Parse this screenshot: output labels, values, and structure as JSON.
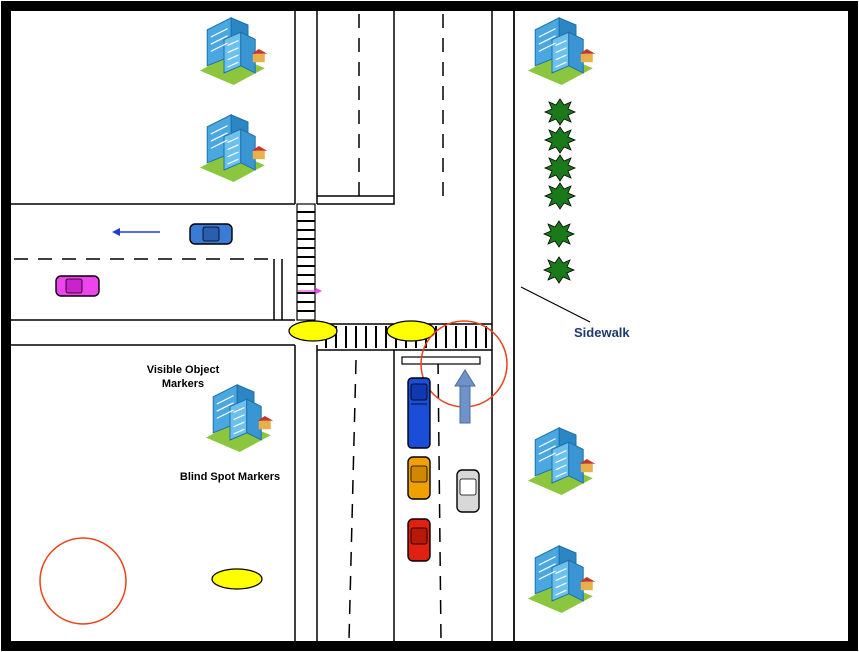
{
  "labels": {
    "visible_object_markers_line1": "Visible Object",
    "visible_object_markers_line2": "Markers",
    "blind_spot_markers": "Blind Spot Markers",
    "sidewalk": "Sidewalk"
  },
  "colors": {
    "frame": "#000000",
    "visible_marker_fill": "#ffff00",
    "blind_spot_circle": "#e8431a",
    "car_blue": "#3a7bd5",
    "car_pink": "#ee44ee",
    "car_orange": "#f0a000",
    "car_red": "#e02010",
    "car_gray": "#d8d8d8",
    "bus_blue": "#1a4dd8",
    "arrow_up": "#6f93c8",
    "arrow_left": "#1f3ad8",
    "tree": "#1a7a1a",
    "building": "#4aa7e0",
    "grass": "#8cc63f"
  },
  "icons": [
    "building-icon",
    "tree-icon",
    "car-icon",
    "bus-icon",
    "arrow-icon"
  ]
}
